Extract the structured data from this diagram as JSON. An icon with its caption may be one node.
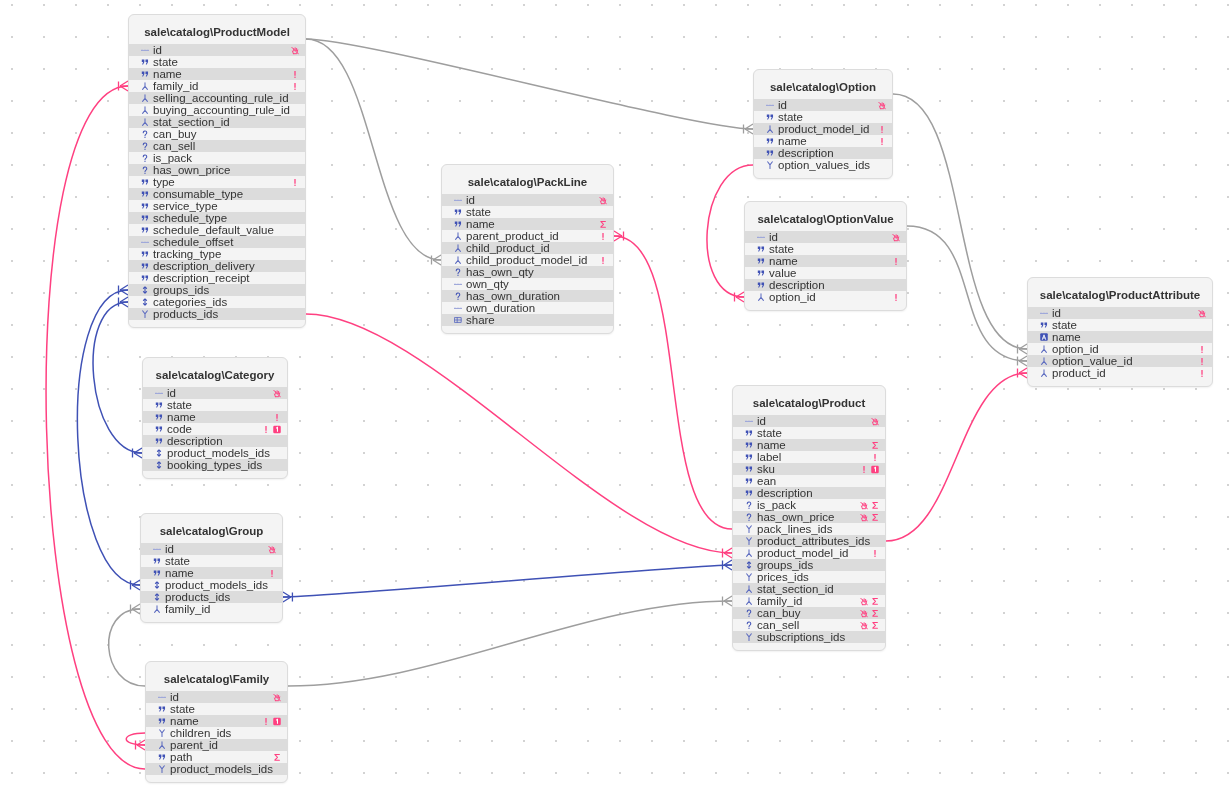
{
  "diagram": {
    "nodes": [
      {
        "text": [
          "sale\\catalog\\ProductModel"
        ]
      },
      {
        "text": [
          "id"
        ],
        "in": 0
      },
      {
        "text": [
          "state"
        ],
        "in": 0
      },
      {
        "text": [
          "name"
        ],
        "in": 0
      },
      {
        "text": [
          "family_id"
        ],
        "in": 0
      },
      {
        "text": [
          "selling_accounting_rule_id"
        ],
        "in": 0
      },
      {
        "text": [
          "buying_accounting_rule_id"
        ],
        "in": 0
      },
      {
        "text": [
          "stat_section_id"
        ],
        "in": 0
      },
      {
        "text": [
          "can_buy"
        ],
        "in": 0
      },
      {
        "text": [
          "can_sell"
        ],
        "in": 0
      },
      {
        "text": [
          "is_pack"
        ],
        "in": 0
      },
      {
        "text": [
          "has_own_price"
        ],
        "in": 0
      },
      {
        "text": [
          "type"
        ],
        "in": 0
      },
      {
        "text": [
          "consumable_type"
        ],
        "in": 0
      },
      {
        "text": [
          "service_type"
        ],
        "in": 0
      },
      {
        "text": [
          "schedule_type"
        ],
        "in": 0
      },
      {
        "text": [
          "schedule_default_value"
        ],
        "in": 0
      },
      {
        "text": [
          "schedule_offset"
        ],
        "in": 0
      },
      {
        "text": [
          "tracking_type"
        ],
        "in": 0
      },
      {
        "text": [
          "description_delivery"
        ],
        "in": 0
      },
      {
        "text": [
          "description_receipt"
        ],
        "in": 0
      },
      {
        "text": [
          "groups_ids"
        ],
        "in": 0
      },
      {
        "text": [
          "categories_ids"
        ],
        "in": 0
      },
      {
        "text": [
          "products_ids"
        ],
        "in": 0
      },
      {
        "text": [
          "sale\\catalog\\Option"
        ]
      },
      {
        "text": [
          "id"
        ],
        "in": 24
      },
      {
        "text": [
          "state"
        ],
        "in": 24
      },
      {
        "text": [
          "product_model_id"
        ],
        "in": 24
      },
      {
        "text": [
          "name"
        ],
        "in": 24
      },
      {
        "text": [
          "description"
        ],
        "in": 24
      },
      {
        "text": [
          "option_values_ids"
        ],
        "in": 24
      },
      {
        "text": [
          "sale\\catalog\\PackLine"
        ]
      },
      {
        "text": [
          "id"
        ],
        "in": 31
      },
      {
        "text": [
          "state"
        ],
        "in": 31
      },
      {
        "text": [
          "name"
        ],
        "in": 31
      },
      {
        "text": [
          "parent_product_id"
        ],
        "in": 31
      },
      {
        "text": [
          "child_product_id"
        ],
        "in": 31
      },
      {
        "text": [
          "child_product_model_id"
        ],
        "in": 31
      },
      {
        "text": [
          "has_own_qty"
        ],
        "in": 31
      },
      {
        "text": [
          "own_qty"
        ],
        "in": 31
      },
      {
        "text": [
          "has_own_duration"
        ],
        "in": 31
      },
      {
        "text": [
          "own_duration"
        ],
        "in": 31
      },
      {
        "text": [
          "share"
        ],
        "in": 31
      },
      {
        "text": [
          "sale\\catalog\\OptionValue"
        ]
      },
      {
        "text": [
          "id"
        ],
        "in": 43
      },
      {
        "text": [
          "state"
        ],
        "in": 43
      },
      {
        "text": [
          "name"
        ],
        "in": 43
      },
      {
        "text": [
          "value"
        ],
        "in": 43
      },
      {
        "text": [
          "description"
        ],
        "in": 43
      },
      {
        "text": [
          "option_id"
        ],
        "in": 43
      },
      {
        "text": [
          "sale\\catalog\\ProductAttribute"
        ]
      },
      {
        "text": [
          "id"
        ],
        "in": 50
      },
      {
        "text": [
          "state"
        ],
        "in": 50
      },
      {
        "text": [
          "name"
        ],
        "in": 50
      },
      {
        "text": [
          "option_id"
        ],
        "in": 50
      },
      {
        "text": [
          "option_value_id"
        ],
        "in": 50
      },
      {
        "text": [
          "product_id"
        ],
        "in": 50
      },
      {
        "text": [
          "sale\\catalog\\Category"
        ]
      },
      {
        "text": [
          "id"
        ],
        "in": 57
      },
      {
        "text": [
          "state"
        ],
        "in": 57
      },
      {
        "text": [
          "name"
        ],
        "in": 57
      },
      {
        "text": [
          "code"
        ],
        "in": 57
      },
      {
        "text": [
          "description"
        ],
        "in": 57
      },
      {
        "text": [
          "product_models_ids"
        ],
        "in": 57
      },
      {
        "text": [
          "booking_types_ids"
        ],
        "in": 57
      },
      {
        "text": [
          "sale\\catalog\\Product"
        ]
      },
      {
        "text": [
          "id"
        ],
        "in": 65
      },
      {
        "text": [
          "state"
        ],
        "in": 65
      },
      {
        "text": [
          "name"
        ],
        "in": 65
      },
      {
        "text": [
          "label"
        ],
        "in": 65
      },
      {
        "text": [
          "sku"
        ],
        "in": 65
      },
      {
        "text": [
          "ean"
        ],
        "in": 65
      },
      {
        "text": [
          "description"
        ],
        "in": 65
      },
      {
        "text": [
          "is_pack"
        ],
        "in": 65
      },
      {
        "text": [
          "has_own_price"
        ],
        "in": 65
      },
      {
        "text": [
          "pack_lines_ids"
        ],
        "in": 65
      },
      {
        "text": [
          "product_attributes_ids"
        ],
        "in": 65
      },
      {
        "text": [
          "product_model_id"
        ],
        "in": 65
      },
      {
        "text": [
          "groups_ids"
        ],
        "in": 65
      },
      {
        "text": [
          "prices_ids"
        ],
        "in": 65
      },
      {
        "text": [
          "stat_section_id"
        ],
        "in": 65
      },
      {
        "text": [
          "family_id"
        ],
        "in": 65
      },
      {
        "text": [
          "can_buy"
        ],
        "in": 65
      },
      {
        "text": [
          "can_sell"
        ],
        "in": 65
      },
      {
        "text": [
          "subscriptions_ids"
        ],
        "in": 65
      },
      {
        "text": [
          "sale\\catalog\\Group"
        ]
      },
      {
        "text": [
          "id"
        ],
        "in": 85
      },
      {
        "text": [
          "state"
        ],
        "in": 85
      },
      {
        "text": [
          "name"
        ],
        "in": 85
      },
      {
        "text": [
          "product_models_ids"
        ],
        "in": 85
      },
      {
        "text": [
          "products_ids"
        ],
        "in": 85
      },
      {
        "text": [
          "family_id"
        ],
        "in": 85
      },
      {
        "text": [
          "sale\\catalog\\Family"
        ]
      },
      {
        "text": [
          "id"
        ],
        "in": 92
      },
      {
        "text": [
          "state"
        ],
        "in": 92
      },
      {
        "text": [
          "name"
        ],
        "in": 92
      },
      {
        "text": [
          "children_ids"
        ],
        "in": 92
      },
      {
        "text": [
          "parent_id"
        ],
        "in": 92
      },
      {
        "text": [
          "path"
        ],
        "in": 92
      },
      {
        "text": [
          "product_models_ids"
        ],
        "in": 92
      }
    ],
    "edges": [
      {
        "from": 0,
        "to": 27,
        "arrow": "other"
      },
      {
        "from": 0,
        "to": 37,
        "arrow": "other"
      },
      {
        "from": 23,
        "to": 77,
        "arrow": "other",
        "color": "#ff4081"
      },
      {
        "from": 99,
        "to": 4,
        "arrow": "other",
        "color": "#ff4081"
      },
      {
        "from": 21,
        "to": 89,
        "arrow": "other",
        "color": "#3f51b5"
      },
      {
        "from": 22,
        "to": 63,
        "arrow": "other",
        "color": "#3f51b5"
      },
      {
        "from": 30,
        "to": 49,
        "arrow": "other",
        "color": "#ff4081"
      },
      {
        "from": 24,
        "to": 54,
        "arrow": "other"
      },
      {
        "from": 43,
        "to": 55,
        "arrow": "other"
      },
      {
        "from": 75,
        "to": 35,
        "arrow": "other",
        "color": "#ff4081"
      },
      {
        "from": 76,
        "to": 56,
        "arrow": "other",
        "color": "#ff4081"
      },
      {
        "from": 90,
        "to": 78,
        "arrow": "other",
        "color": "#3f51b5"
      },
      {
        "from": 92,
        "to": 91,
        "arrow": "other"
      },
      {
        "from": 92,
        "to": 81,
        "arrow": "other"
      },
      {
        "from": 96,
        "to": 97,
        "arrow": "other",
        "color": "#ff4081"
      }
    ]
  }
}
